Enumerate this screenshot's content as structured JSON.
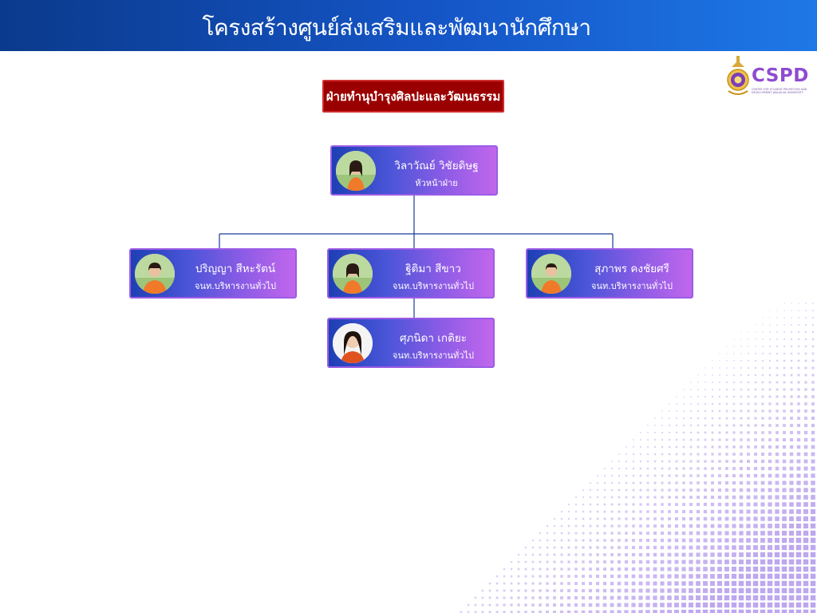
{
  "header": {
    "title": "โครงสร้างศูนย์ส่งเสริมและพัฒนานักศึกษา"
  },
  "logo": {
    "text": "CSPD",
    "subtext": "CENTER FOR STUDENT PROMOTION AND DEVELOPMENT WALAILAK UNIVERSITY"
  },
  "department": {
    "label": "ฝ่ายทำนุบำรุงศิลปะและวัฒนธรรม"
  },
  "people": {
    "head": {
      "name": "วิลาวัณย์ วิชัยดิษฐ",
      "role": "หัวหน้าฝ่าย"
    },
    "staff1": {
      "name": "ปริญญา สีหะรัตน์",
      "role": "จนท.บริหารงานทั่วไป"
    },
    "staff2": {
      "name": "ฐิติมา สีขาว",
      "role": "จนท.บริหารงานทั่วไป"
    },
    "staff3": {
      "name": "สุภาพร คงชัยศรี",
      "role": "จนท.บริหารงานทั่วไป"
    },
    "staff4": {
      "name": "ศุภนิดา เกติยะ",
      "role": "จนท.บริหารงานทั่วไป"
    }
  },
  "colors": {
    "header": "#1556c8",
    "department": "#9b0000",
    "card_start": "#1e3fb4",
    "card_end": "#c167ec",
    "connector": "#1a3a9a",
    "dots": "#b9a2ee"
  }
}
